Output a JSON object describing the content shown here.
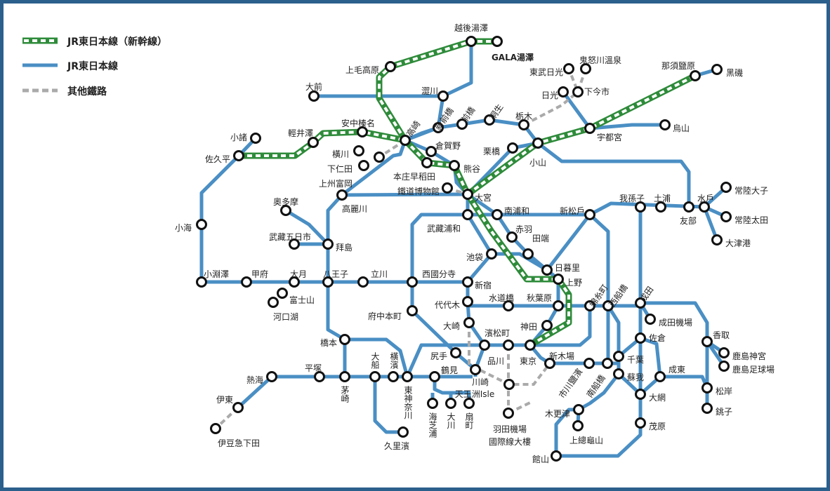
{
  "legend": {
    "shinkansen": "JR東日本線（新幹線）",
    "jr_line": "JR東日本線",
    "other": "其他鐵路"
  },
  "colors": {
    "jr": "#4a8fc4",
    "shinkansen": "#2e8b3a",
    "other": "#aaaaaa",
    "highlight": "#e03020",
    "frame": "#2b5f8c"
  },
  "stations": [
    "越後湯澤",
    "GALA湯澤",
    "上毛高原",
    "大前",
    "澀川",
    "新前橋",
    "前橋",
    "桐生",
    "栃木",
    "東武日光",
    "鬼怒川溫泉",
    "日光",
    "下今市",
    "那須鹽原",
    "黑磯",
    "烏山",
    "宇都宮",
    "小山",
    "栗橋",
    "小諸",
    "佐久平",
    "輕井澤",
    "安中榛名",
    "高崎",
    "橫川",
    "上州富岡",
    "下仁田",
    "倉賀野",
    "本庄早稻田",
    "熊谷",
    "鐵道博物館",
    "大宮",
    "高麗川",
    "奧多摩",
    "小海",
    "武藏五日市",
    "拜島",
    "武藏浦和",
    "南浦和",
    "新松戶",
    "我孫子",
    "土浦",
    "友部",
    "水戶",
    "常陸大子",
    "常陸太田",
    "大津港",
    "赤羽",
    "田端",
    "池袋",
    "日暮里",
    "上野",
    "小淵澤",
    "甲府",
    "大月",
    "富士山",
    "河口湖",
    "八王子",
    "立川",
    "西國分寺",
    "新宿",
    "代代木",
    "水道橋",
    "秋葉原",
    "錦糸町",
    "西船橋",
    "成田",
    "成田機場",
    "府中本町",
    "大崎",
    "神田",
    "濱松町",
    "品川",
    "東京",
    "新木場",
    "佐倉",
    "香取",
    "鹿島神宮",
    "鹿島足球場",
    "橋本",
    "尻手",
    "鶴見",
    "川崎",
    "千葉",
    "市川鹽濱",
    "南船橋",
    "蘇我",
    "成東",
    "松岸",
    "銚子",
    "大網",
    "熱海",
    "平塚",
    "茅崎",
    "大船",
    "橫濱",
    "東神奈川",
    "天王洲Isle",
    "海芝浦",
    "大川",
    "扇町",
    "伊東",
    "伊豆急下田",
    "久里濱",
    "羽田機場",
    "國際線大樓",
    "木更津",
    "上總龜山",
    "茂原",
    "館山"
  ]
}
